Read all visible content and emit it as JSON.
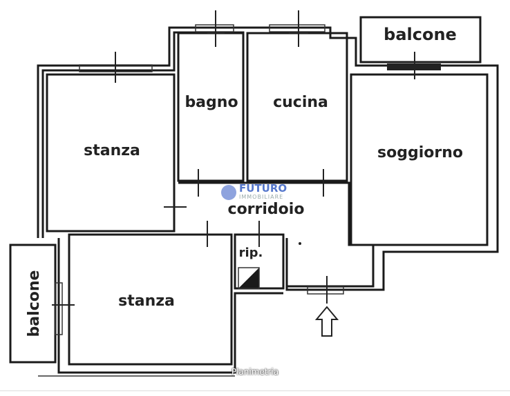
{
  "rooms": {
    "balcone_top": "balcone",
    "bagno": "bagno",
    "cucina": "cucina",
    "stanza_top": "stanza",
    "soggiorno": "soggiorno",
    "corridoio": "corridoio",
    "rip": "rip.",
    "stanza_bottom": "stanza",
    "balcone_left": "balcone"
  },
  "watermark": {
    "brand": "FUTURO",
    "sub": "IMMOBILIARE"
  },
  "caption": "Planimetria",
  "icons": {
    "entrance": "arrow-up-icon"
  }
}
